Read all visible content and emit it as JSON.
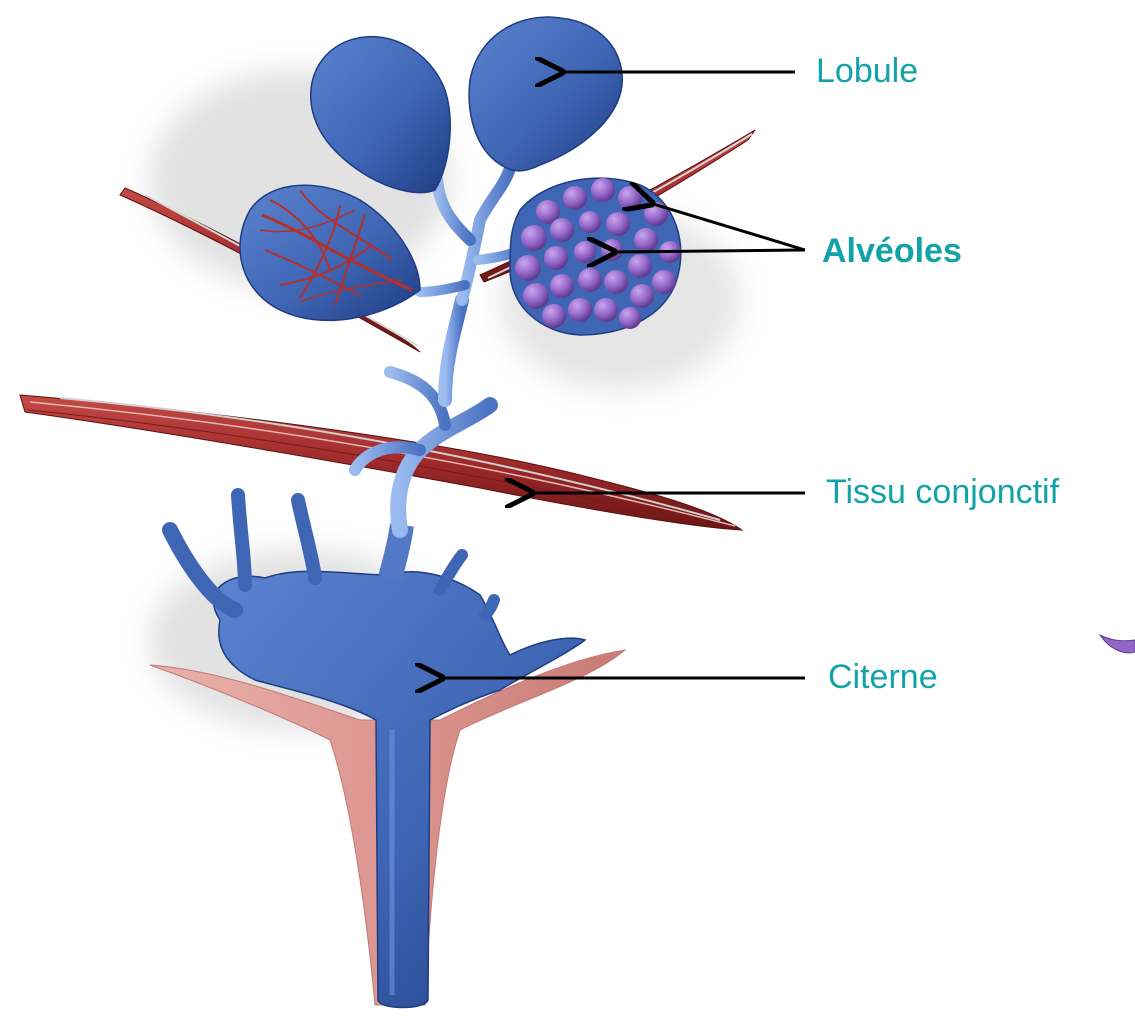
{
  "labels": {
    "lobule": "Lobule",
    "alveoles": "Alvéoles",
    "tissu": "Tissu conjonctif",
    "citerne": "Citerne"
  },
  "colors": {
    "label_text": "#12a3a8",
    "arrow": "#000000",
    "duct_blue": "#3f66b5",
    "duct_dark": "#1f3c82",
    "duct_light": "#8fb0e6",
    "alveoli_purple": "#9466c8",
    "alveoli_dark": "#5d3b8f",
    "muscle_red": "#9e2a2a",
    "muscle_dark": "#6b1515",
    "capillary_red": "#b5302a",
    "teat_pink": "#dc9590"
  },
  "icons": {
    "pointer": "arrow-left-icon"
  }
}
